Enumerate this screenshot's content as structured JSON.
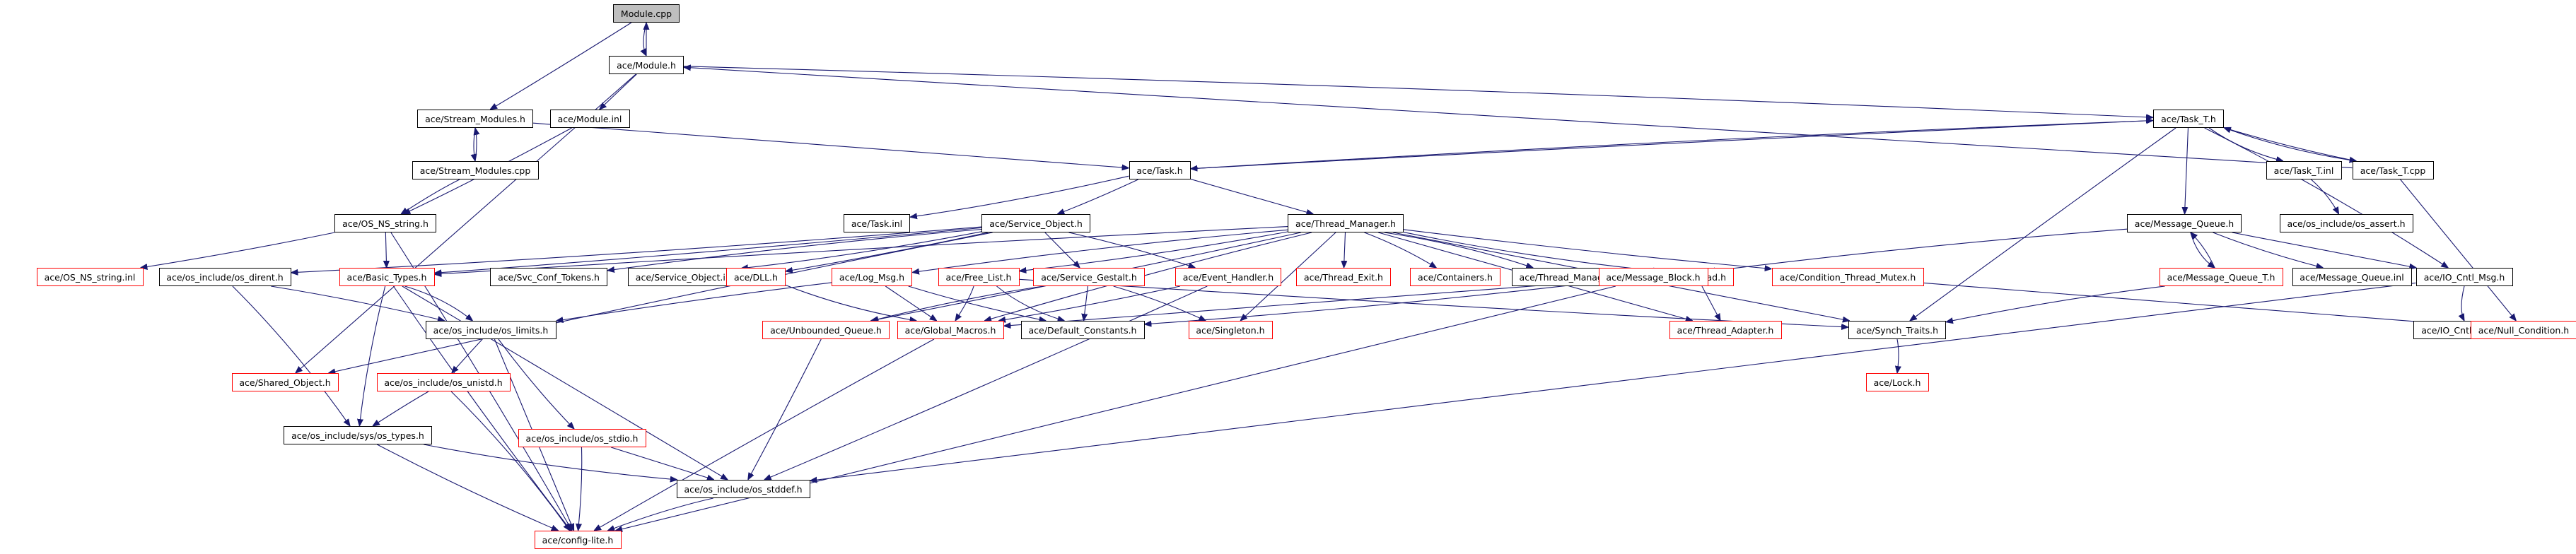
{
  "graph": {
    "colors": {
      "edge": "#191970",
      "node_border": "#000000",
      "truncated_border": "#ff0000",
      "root_fill": "#bfbfbf"
    },
    "nodes": [
      {
        "id": "module_cpp",
        "label": "Module.cpp",
        "root": true
      },
      {
        "id": "module_h",
        "label": "ace/Module.h"
      },
      {
        "id": "stream_modules_h",
        "label": "ace/Stream_Modules.h"
      },
      {
        "id": "module_inl",
        "label": "ace/Module.inl"
      },
      {
        "id": "stream_modules_cpp",
        "label": "ace/Stream_Modules.cpp"
      },
      {
        "id": "os_ns_string_h",
        "label": "ace/OS_NS_string.h"
      },
      {
        "id": "os_ns_string_inl",
        "label": "ace/OS_NS_string.inl",
        "truncated": true
      },
      {
        "id": "os_dirent_h",
        "label": "ace/os_include/os_dirent.h"
      },
      {
        "id": "basic_types_h",
        "label": "ace/Basic_Types.h",
        "truncated": true
      },
      {
        "id": "os_limits_h",
        "label": "ace/os_include/os_limits.h"
      },
      {
        "id": "shared_object_h",
        "label": "ace/Shared_Object.h",
        "truncated": true
      },
      {
        "id": "os_unistd_h",
        "label": "ace/os_include/os_unistd.h",
        "truncated": true
      },
      {
        "id": "os_types_h",
        "label": "ace/os_include/sys/os_types.h"
      },
      {
        "id": "os_stdio_h",
        "label": "ace/os_include/os_stdio.h",
        "truncated": true
      },
      {
        "id": "os_stddef_h",
        "label": "ace/os_include/os_stddef.h"
      },
      {
        "id": "config_lite_h",
        "label": "ace/config-lite.h",
        "truncated": true
      },
      {
        "id": "task_h",
        "label": "ace/Task.h"
      },
      {
        "id": "task_inl",
        "label": "ace/Task.inl"
      },
      {
        "id": "service_object_h",
        "label": "ace/Service_Object.h"
      },
      {
        "id": "thread_manager_h",
        "label": "ace/Thread_Manager.h"
      },
      {
        "id": "svc_conf_tokens_h",
        "label": "ace/Svc_Conf_Tokens.h"
      },
      {
        "id": "service_object_inl",
        "label": "ace/Service_Object.inl"
      },
      {
        "id": "dll_h",
        "label": "ace/DLL.h",
        "truncated": true
      },
      {
        "id": "log_msg_h",
        "label": "ace/Log_Msg.h",
        "truncated": true
      },
      {
        "id": "free_list_h",
        "label": "ace/Free_List.h",
        "truncated": true
      },
      {
        "id": "service_gestalt_h",
        "label": "ace/Service_Gestalt.h",
        "truncated": true
      },
      {
        "id": "event_handler_h",
        "label": "ace/Event_Handler.h",
        "truncated": true
      },
      {
        "id": "thread_exit_h",
        "label": "ace/Thread_Exit.h",
        "truncated": true
      },
      {
        "id": "containers_h",
        "label": "ace/Containers.h",
        "truncated": true
      },
      {
        "id": "thread_manager_inl",
        "label": "ace/Thread_Manager.inl"
      },
      {
        "id": "thread_h",
        "label": "ace/Thread.h",
        "truncated": true
      },
      {
        "id": "condition_thread_mutex_h",
        "label": "ace/Condition_Thread_Mutex.h",
        "truncated": true
      },
      {
        "id": "unbounded_queue_h",
        "label": "ace/Unbounded_Queue.h",
        "truncated": true
      },
      {
        "id": "global_macros_h",
        "label": "ace/Global_Macros.h",
        "truncated": true
      },
      {
        "id": "default_constants_h",
        "label": "ace/Default_Constants.h"
      },
      {
        "id": "singleton_h",
        "label": "ace/Singleton.h",
        "truncated": true
      },
      {
        "id": "message_block_h",
        "label": "ace/Message_Block.h",
        "truncated": true
      },
      {
        "id": "thread_adapter_h",
        "label": "ace/Thread_Adapter.h",
        "truncated": true
      },
      {
        "id": "synch_traits_h",
        "label": "ace/Synch_Traits.h"
      },
      {
        "id": "lock_h",
        "label": "ace/Lock.h",
        "truncated": true
      },
      {
        "id": "task_t_h",
        "label": "ace/Task_T.h"
      },
      {
        "id": "task_t_inl",
        "label": "ace/Task_T.inl"
      },
      {
        "id": "task_t_cpp",
        "label": "ace/Task_T.cpp"
      },
      {
        "id": "os_assert_h",
        "label": "ace/os_include/os_assert.h"
      },
      {
        "id": "message_queue_h",
        "label": "ace/Message_Queue.h"
      },
      {
        "id": "message_queue_t_h",
        "label": "ace/Message_Queue_T.h",
        "truncated": true
      },
      {
        "id": "message_queue_inl",
        "label": "ace/Message_Queue.inl"
      },
      {
        "id": "io_cntl_msg_h",
        "label": "ace/IO_Cntl_Msg.h"
      },
      {
        "id": "io_cntl_msg_inl",
        "label": "ace/IO_Cntl_Msg.inl"
      },
      {
        "id": "null_condition_h",
        "label": "ace/Null_Condition.h",
        "truncated": true
      }
    ],
    "edges": [
      [
        "module_cpp",
        "module_h"
      ],
      [
        "module_cpp",
        "stream_modules_h"
      ],
      [
        "module_h",
        "module_cpp"
      ],
      [
        "module_h",
        "module_inl"
      ],
      [
        "module_h",
        "task_t_h"
      ],
      [
        "module_h",
        "shared_object_h"
      ],
      [
        "stream_modules_h",
        "stream_modules_cpp"
      ],
      [
        "stream_modules_h",
        "task_h"
      ],
      [
        "stream_modules_cpp",
        "stream_modules_h"
      ],
      [
        "stream_modules_cpp",
        "os_ns_string_h"
      ],
      [
        "module_inl",
        "os_ns_string_h"
      ],
      [
        "os_ns_string_h",
        "os_ns_string_inl"
      ],
      [
        "os_ns_string_h",
        "basic_types_h"
      ],
      [
        "os_ns_string_h",
        "config_lite_h"
      ],
      [
        "basic_types_h",
        "os_limits_h"
      ],
      [
        "basic_types_h",
        "os_types_h"
      ],
      [
        "basic_types_h",
        "config_lite_h"
      ],
      [
        "basic_types_h",
        "os_stddef_h"
      ],
      [
        "os_dirent_h",
        "os_limits_h"
      ],
      [
        "os_dirent_h",
        "os_types_h"
      ],
      [
        "os_limits_h",
        "os_unistd_h"
      ],
      [
        "os_limits_h",
        "os_stdio_h"
      ],
      [
        "os_limits_h",
        "config_lite_h"
      ],
      [
        "os_unistd_h",
        "os_types_h"
      ],
      [
        "os_unistd_h",
        "config_lite_h"
      ],
      [
        "os_types_h",
        "os_stddef_h"
      ],
      [
        "os_types_h",
        "config_lite_h"
      ],
      [
        "os_stdio_h",
        "os_stddef_h"
      ],
      [
        "os_stdio_h",
        "config_lite_h"
      ],
      [
        "os_stddef_h",
        "config_lite_h"
      ],
      [
        "task_h",
        "task_inl"
      ],
      [
        "task_h",
        "service_object_h"
      ],
      [
        "task_h",
        "thread_manager_h"
      ],
      [
        "task_h",
        "task_t_h"
      ],
      [
        "service_object_h",
        "svc_conf_tokens_h"
      ],
      [
        "service_object_h",
        "service_object_inl"
      ],
      [
        "service_object_h",
        "dll_h"
      ],
      [
        "service_object_h",
        "service_gestalt_h"
      ],
      [
        "service_object_h",
        "event_handler_h"
      ],
      [
        "service_object_h",
        "shared_object_h"
      ],
      [
        "service_object_h",
        "os_dirent_h"
      ],
      [
        "service_object_h",
        "basic_types_h"
      ],
      [
        "thread_manager_h",
        "thread_exit_h"
      ],
      [
        "thread_manager_h",
        "containers_h"
      ],
      [
        "thread_manager_h",
        "thread_manager_inl"
      ],
      [
        "thread_manager_h",
        "thread_h"
      ],
      [
        "thread_manager_h",
        "condition_thread_mutex_h"
      ],
      [
        "thread_manager_h",
        "synch_traits_h"
      ],
      [
        "thread_manager_h",
        "singleton_h"
      ],
      [
        "thread_manager_h",
        "log_msg_h"
      ],
      [
        "thread_manager_h",
        "free_list_h"
      ],
      [
        "thread_manager_h",
        "unbounded_queue_h"
      ],
      [
        "thread_manager_h",
        "thread_adapter_h"
      ],
      [
        "thread_manager_h",
        "basic_types_h"
      ],
      [
        "thread_manager_h",
        "global_macros_h"
      ],
      [
        "dll_h",
        "global_macros_h"
      ],
      [
        "log_msg_h",
        "default_constants_h"
      ],
      [
        "log_msg_h",
        "global_macros_h"
      ],
      [
        "log_msg_h",
        "os_limits_h"
      ],
      [
        "free_list_h",
        "global_macros_h"
      ],
      [
        "free_list_h",
        "default_constants_h"
      ],
      [
        "free_list_h",
        "synch_traits_h"
      ],
      [
        "service_gestalt_h",
        "default_constants_h"
      ],
      [
        "service_gestalt_h",
        "singleton_h"
      ],
      [
        "service_gestalt_h",
        "unbounded_queue_h"
      ],
      [
        "event_handler_h",
        "os_stddef_h"
      ],
      [
        "event_handler_h",
        "global_macros_h"
      ],
      [
        "thread_h",
        "thread_adapter_h"
      ],
      [
        "unbounded_queue_h",
        "os_stddef_h"
      ],
      [
        "global_macros_h",
        "config_lite_h"
      ],
      [
        "message_block_h",
        "default_constants_h"
      ],
      [
        "message_block_h",
        "config_lite_h"
      ],
      [
        "message_block_h",
        "global_macros_h"
      ],
      [
        "synch_traits_h",
        "lock_h"
      ],
      [
        "task_t_h",
        "task_h"
      ],
      [
        "task_t_h",
        "task_t_inl"
      ],
      [
        "task_t_h",
        "task_t_cpp"
      ],
      [
        "task_t_h",
        "message_queue_h"
      ],
      [
        "task_t_h",
        "synch_traits_h"
      ],
      [
        "task_t_h",
        "io_cntl_msg_h"
      ],
      [
        "task_t_cpp",
        "task_t_h"
      ],
      [
        "task_t_cpp",
        "module_h"
      ],
      [
        "task_t_cpp",
        "null_condition_h"
      ],
      [
        "task_t_inl",
        "os_assert_h"
      ],
      [
        "message_queue_h",
        "message_block_h"
      ],
      [
        "message_queue_h",
        "message_queue_t_h"
      ],
      [
        "message_queue_h",
        "message_queue_inl"
      ],
      [
        "message_queue_h",
        "io_cntl_msg_h"
      ],
      [
        "message_queue_t_h",
        "message_queue_h"
      ],
      [
        "message_queue_t_h",
        "synch_traits_h"
      ],
      [
        "io_cntl_msg_h",
        "io_cntl_msg_inl"
      ],
      [
        "io_cntl_msg_h",
        "os_stddef_h"
      ],
      [
        "condition_thread_mutex_h",
        "null_condition_h"
      ]
    ]
  }
}
